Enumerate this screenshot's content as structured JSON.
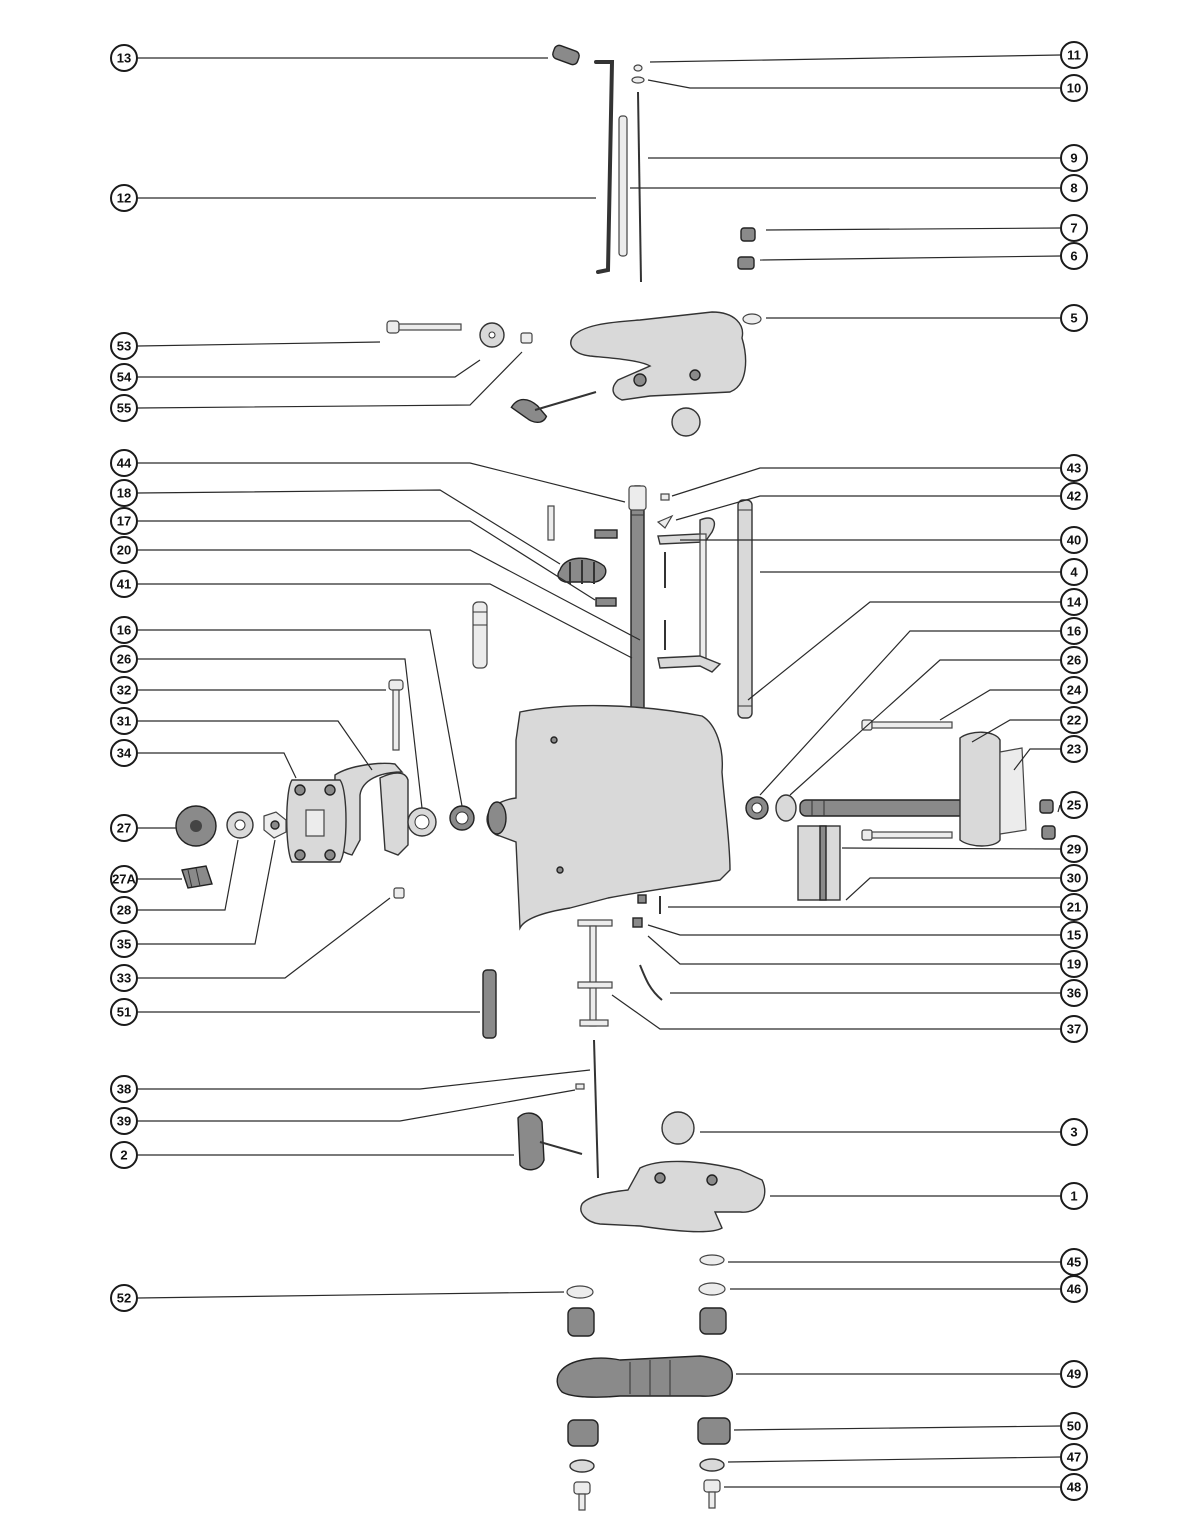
{
  "callouts": [
    {
      "label": "13",
      "side": "left",
      "row": 58
    },
    {
      "label": "12",
      "side": "left",
      "row": 198
    },
    {
      "label": "53",
      "side": "left",
      "row": 346
    },
    {
      "label": "54",
      "side": "left",
      "row": 377
    },
    {
      "label": "55",
      "side": "left",
      "row": 408
    },
    {
      "label": "44",
      "side": "left",
      "row": 463
    },
    {
      "label": "18",
      "side": "left",
      "row": 493
    },
    {
      "label": "17",
      "side": "left",
      "row": 521
    },
    {
      "label": "20",
      "side": "left",
      "row": 550
    },
    {
      "label": "41",
      "side": "left",
      "row": 584
    },
    {
      "label": "16",
      "side": "left",
      "row": 630
    },
    {
      "label": "26",
      "side": "left",
      "row": 659
    },
    {
      "label": "32",
      "side": "left",
      "row": 690
    },
    {
      "label": "31",
      "side": "left",
      "row": 721
    },
    {
      "label": "34",
      "side": "left",
      "row": 753
    },
    {
      "label": "27",
      "side": "left",
      "row": 828
    },
    {
      "label": "27A",
      "side": "left",
      "row": 879
    },
    {
      "label": "28",
      "side": "left",
      "row": 910
    },
    {
      "label": "35",
      "side": "left",
      "row": 944
    },
    {
      "label": "33",
      "side": "left",
      "row": 978
    },
    {
      "label": "51",
      "side": "left",
      "row": 1012
    },
    {
      "label": "38",
      "side": "left",
      "row": 1089
    },
    {
      "label": "39",
      "side": "left",
      "row": 1121
    },
    {
      "label": "2",
      "side": "left",
      "row": 1155
    },
    {
      "label": "52",
      "side": "left",
      "row": 1298
    },
    {
      "label": "11",
      "side": "right",
      "row": 55
    },
    {
      "label": "10",
      "side": "right",
      "row": 88
    },
    {
      "label": "9",
      "side": "right",
      "row": 158
    },
    {
      "label": "8",
      "side": "right",
      "row": 188
    },
    {
      "label": "7",
      "side": "right",
      "row": 228
    },
    {
      "label": "6",
      "side": "right",
      "row": 256
    },
    {
      "label": "5",
      "side": "right",
      "row": 318
    },
    {
      "label": "43",
      "side": "right",
      "row": 468
    },
    {
      "label": "42",
      "side": "right",
      "row": 496
    },
    {
      "label": "40",
      "side": "right",
      "row": 540
    },
    {
      "label": "4",
      "side": "right",
      "row": 572
    },
    {
      "label": "14",
      "side": "right",
      "row": 602
    },
    {
      "label": "16",
      "side": "right",
      "row": 631
    },
    {
      "label": "26",
      "side": "right",
      "row": 660
    },
    {
      "label": "24",
      "side": "right",
      "row": 690
    },
    {
      "label": "22",
      "side": "right",
      "row": 720
    },
    {
      "label": "23",
      "side": "right",
      "row": 749
    },
    {
      "label": "25",
      "side": "right",
      "row": 805
    },
    {
      "label": "29",
      "side": "right",
      "row": 849
    },
    {
      "label": "30",
      "side": "right",
      "row": 878
    },
    {
      "label": "21",
      "side": "right",
      "row": 907
    },
    {
      "label": "15",
      "side": "right",
      "row": 935
    },
    {
      "label": "19",
      "side": "right",
      "row": 964
    },
    {
      "label": "36",
      "side": "right",
      "row": 993
    },
    {
      "label": "37",
      "side": "right",
      "row": 1029
    },
    {
      "label": "3",
      "side": "right",
      "row": 1132
    },
    {
      "label": "1",
      "side": "right",
      "row": 1196
    },
    {
      "label": "45",
      "side": "right",
      "row": 1262
    },
    {
      "label": "46",
      "side": "right",
      "row": 1289
    },
    {
      "label": "49",
      "side": "right",
      "row": 1374
    },
    {
      "label": "50",
      "side": "right",
      "row": 1426
    },
    {
      "label": "47",
      "side": "right",
      "row": 1457
    },
    {
      "label": "48",
      "side": "right",
      "row": 1487
    }
  ]
}
